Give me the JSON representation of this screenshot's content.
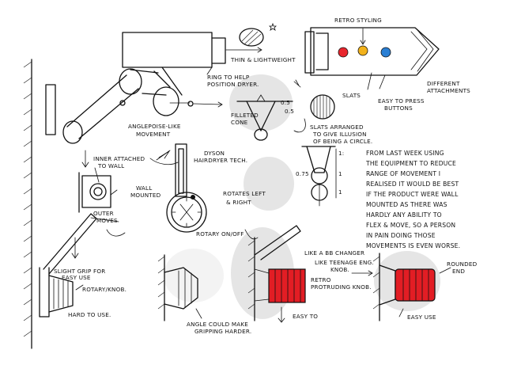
{
  "labels": {
    "retro_styling": "RETRO STYLING",
    "thin_lightweight": "THIN & LIGHTWEIGHT",
    "ring_help_1": "RING TO HELP",
    "ring_help_2": "POSITION DRYER.",
    "different_1": "DIFFERENT",
    "different_2": "ATTACHMENTS",
    "filleted_1": "FILLETED",
    "filleted_2": "CONE",
    "slats": "SLATS",
    "easy_press_1": "EASY TO PRESS",
    "easy_press_2": "BUTTONS",
    "slats_arr_1": "SLATS ARRANGED",
    "slats_arr_2": "TO GIVE ILLUSION",
    "slats_arr_3": "OF BEING A CIRCLE.",
    "anglepoise_1": "ANGLEPOISE-LIKE",
    "anglepoise_2": "MOVEMENT",
    "dyson_1": "DYSON",
    "dyson_2": "HAIRDRYER TECH.",
    "inner_1": "INNER ATTACHED",
    "inner_2": "TO WALL",
    "outer_1": "OUTER",
    "outer_2": "MOVES",
    "wall_1": "WALL",
    "wall_2": "MOUNTED",
    "rotates_1": "ROTATES LEFT",
    "rotates_2": "& RIGHT",
    "rotary_onoff": "ROTARY ON/OFF",
    "slight_grip_1": "SLIGHT GRIP FOR",
    "slight_grip_2": "EASY USE",
    "rotary_knob": "ROTARY/KNOB.",
    "hard_to_use": "HARD TO USE.",
    "angle_1": "ANGLE COULD MAKE",
    "angle_2": "GRIPPING HARDER.",
    "like_bb_1": "LIKE A BB CHANGER",
    "like_teen_1": "LIKE TEENAGE ENG.",
    "like_teen_2": "KNOB.",
    "retro_prot_1": "RETRO",
    "retro_prot_2": "PROTRUDING KNOB.",
    "easy_to": "EASY TO",
    "rounded_1": "ROUNDED",
    "rounded_2": "END",
    "easy_use": "EASY USE",
    "dim_1": "1:",
    "dim_075": "0.75",
    "dim_05": "0.5",
    "dim_1b": "1",
    "dim_05b": "0.5",
    "dim_1c": "1"
  },
  "paragraph": [
    "FROM LAST WEEK USING",
    "THE EQUIPMENT TO REDUCE",
    "RANGE OF MOVEMENT I",
    "REALISED IT WOULD BE BEST",
    "IF THE PRODUCT WERE WALL",
    "MOUNTED AS THERE WAS",
    "HARDLY ANY ABILITY TO",
    "FLEX & MOVE, SO A PERSON",
    "IN PAIN DOING THOSE",
    "MOVEMENTS IS EVEN WORSE."
  ],
  "colors": {
    "button_red": "#e8262d",
    "button_yellow": "#f2b21c",
    "button_blue": "#2a7fd4",
    "knob_red": "#e21d24",
    "ink": "#111111",
    "wash_grey": "#cfcfcf"
  }
}
